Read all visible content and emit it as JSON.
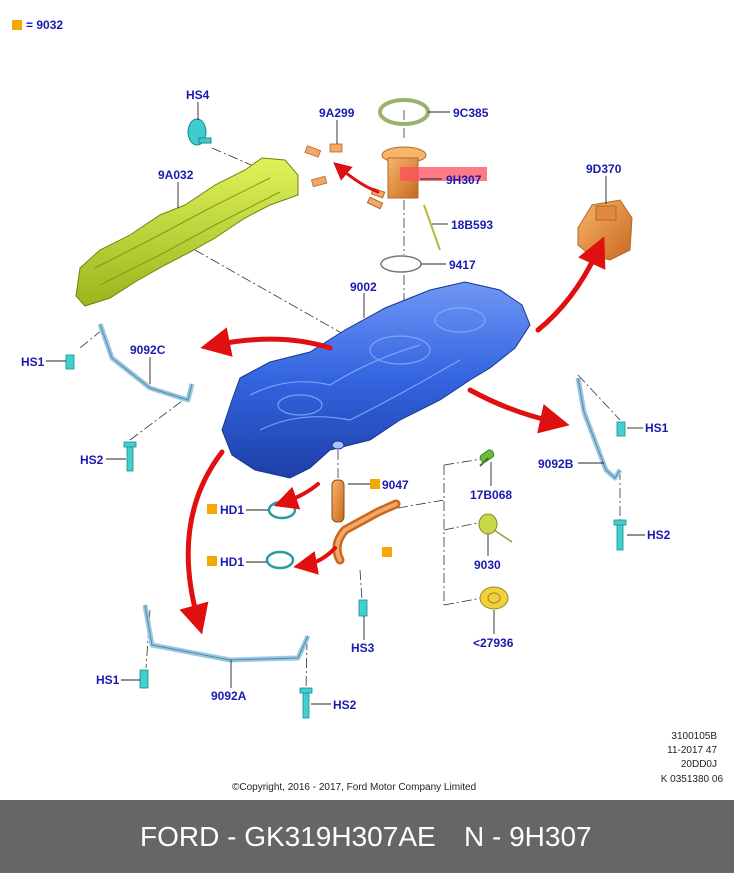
{
  "legend": {
    "symbol_color": "#f5a800",
    "text": "= 9032"
  },
  "labels": {
    "hs4": "HS4",
    "p9a299": "9A299",
    "p9c385": "9C385",
    "p9a032": "9A032",
    "p9h307": "9H307",
    "p18b593": "18B593",
    "p9d370": "9D370",
    "p9417": "9417",
    "p9002": "9002",
    "hs1_left": "HS1",
    "p9092c": "9092C",
    "hs2_left": "HS2",
    "p9047": "9047",
    "hd1_top": "HD1",
    "hd1_bottom": "HD1",
    "p17b068": "17B068",
    "p9092b": "9092B",
    "hs1_right": "HS1",
    "hs2_right": "HS2",
    "p9030": "9030",
    "hs3": "HS3",
    "p27936": "<27936",
    "hs1_bottom": "HS1",
    "p9092a": "9092A",
    "hs2_bottom": "HS2"
  },
  "highlight": {
    "part": "9H307",
    "color": "#ff4d5e"
  },
  "reference_codes": [
    "3100105B",
    "11-2017 47",
    "20DD0J",
    "K 0351380 06"
  ],
  "copyright": "©Copyright, 2016 - 2017, Ford Motor Company Limited",
  "footer": {
    "part_number": "FORD - GK319H307AE",
    "part_code": "N - 9H307"
  },
  "colors": {
    "label": "#1a1ab0",
    "tank": "#3b6fe0",
    "shield": "#c8e03a",
    "pump": "#e8923a",
    "arrow": "#e01010",
    "strap": "#9cc8e0",
    "fastener": "#40d0d0",
    "footer_bg": "#666666"
  }
}
